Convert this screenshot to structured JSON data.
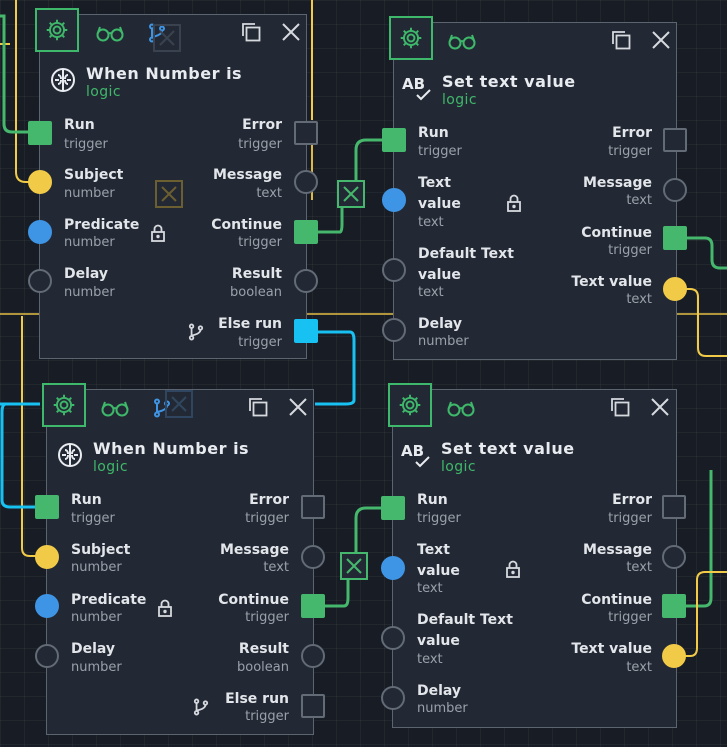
{
  "colors": {
    "background": "#181c24",
    "node_bg": "#232934",
    "node_border": "#5c6470",
    "accent_green": "#3eb86a",
    "wire_yellow": "#f1cb48",
    "wire_green": "#45b86d",
    "wire_cyan": "#17c1f2",
    "port_blue": "#3f95e5"
  },
  "header_icons": [
    "gear-icon",
    "glasses-icon",
    "branch-icon",
    "copy-icon",
    "close-icon"
  ],
  "nodes": [
    {
      "title": "When Number is",
      "category": "logic",
      "icon": "brain-icon",
      "inputs": [
        {
          "label": "Run",
          "type": "trigger"
        },
        {
          "label": "Subject",
          "type": "number"
        },
        {
          "label": "Predicate",
          "type": "number"
        },
        {
          "label": "Delay",
          "type": "number"
        }
      ],
      "outputs": [
        {
          "label": "Error",
          "type": "trigger"
        },
        {
          "label": "Message",
          "type": "text"
        },
        {
          "label": "Continue",
          "type": "trigger"
        },
        {
          "label": "Result",
          "type": "boolean"
        },
        {
          "label": "Else run",
          "type": "trigger"
        }
      ]
    },
    {
      "title": "Set text value",
      "category": "logic",
      "icon": "text-check-icon",
      "icon_text": "AB",
      "inputs": [
        {
          "label": "Run",
          "type": "trigger"
        },
        {
          "label": "Text",
          "label2": "value",
          "type": "text"
        },
        {
          "label": "Default Text",
          "label2": "value",
          "type": "text"
        },
        {
          "label": "Delay",
          "type": "number"
        }
      ],
      "outputs": [
        {
          "label": "Error",
          "type": "trigger"
        },
        {
          "label": "Message",
          "type": "text"
        },
        {
          "label": "Continue",
          "type": "trigger"
        },
        {
          "label": "Text value",
          "type": "text"
        }
      ]
    },
    {
      "title": "When Number is",
      "category": "logic",
      "icon": "brain-icon",
      "inputs": [
        {
          "label": "Run",
          "type": "trigger"
        },
        {
          "label": "Subject",
          "type": "number"
        },
        {
          "label": "Predicate",
          "type": "number"
        },
        {
          "label": "Delay",
          "type": "number"
        }
      ],
      "outputs": [
        {
          "label": "Error",
          "type": "trigger"
        },
        {
          "label": "Message",
          "type": "text"
        },
        {
          "label": "Continue",
          "type": "trigger"
        },
        {
          "label": "Result",
          "type": "boolean"
        },
        {
          "label": "Else run",
          "type": "trigger"
        }
      ]
    },
    {
      "title": "Set text value",
      "category": "logic",
      "icon": "text-check-icon",
      "icon_text": "AB",
      "inputs": [
        {
          "label": "Run",
          "type": "trigger"
        },
        {
          "label": "Text",
          "label2": "value",
          "type": "text"
        },
        {
          "label": "Default Text",
          "label2": "value",
          "type": "text"
        },
        {
          "label": "Delay",
          "type": "number"
        }
      ],
      "outputs": [
        {
          "label": "Error",
          "type": "trigger"
        },
        {
          "label": "Message",
          "type": "text"
        },
        {
          "label": "Continue",
          "type": "trigger"
        },
        {
          "label": "Text value",
          "type": "text"
        }
      ]
    }
  ]
}
